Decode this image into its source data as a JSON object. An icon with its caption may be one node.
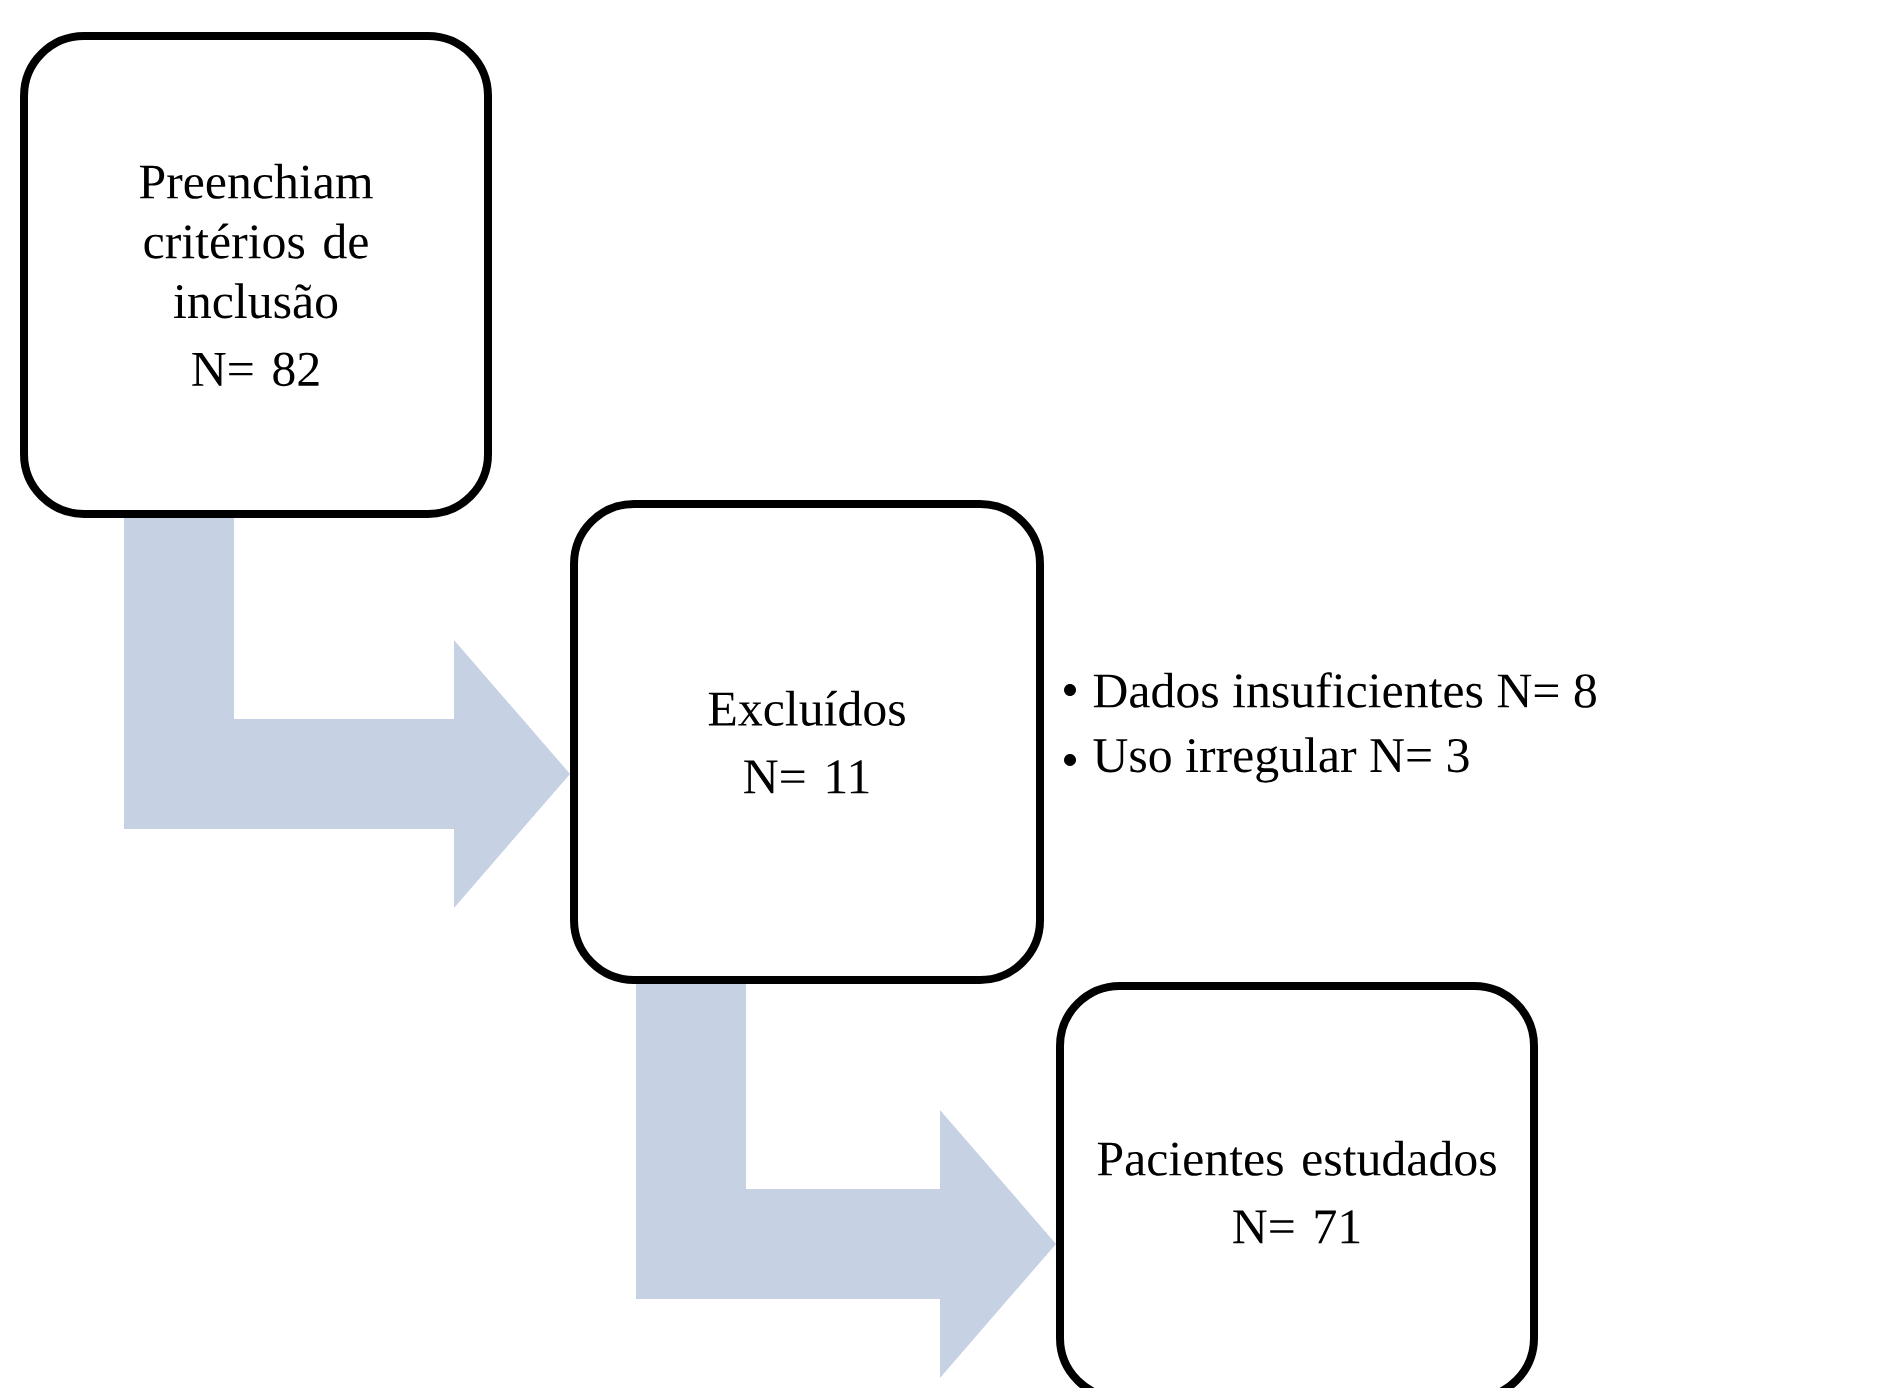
{
  "diagram": {
    "nodes": [
      {
        "text": [
          "Preenchiam critérios de inclusão",
          "N= 82"
        ]
      },
      {
        "text": [
          "Excluídos",
          "N= 11"
        ],
        "beside": [
          "Dados insuficientes N= 8",
          "Uso irregular N= 3"
        ]
      },
      {
        "text": [
          "Pacientes estudados",
          "N= 71"
        ]
      }
    ],
    "edges": [
      {
        "from": 0,
        "to": 1,
        "arrow": "to"
      },
      {
        "from": 1,
        "to": 2,
        "arrow": "to"
      }
    ]
  }
}
